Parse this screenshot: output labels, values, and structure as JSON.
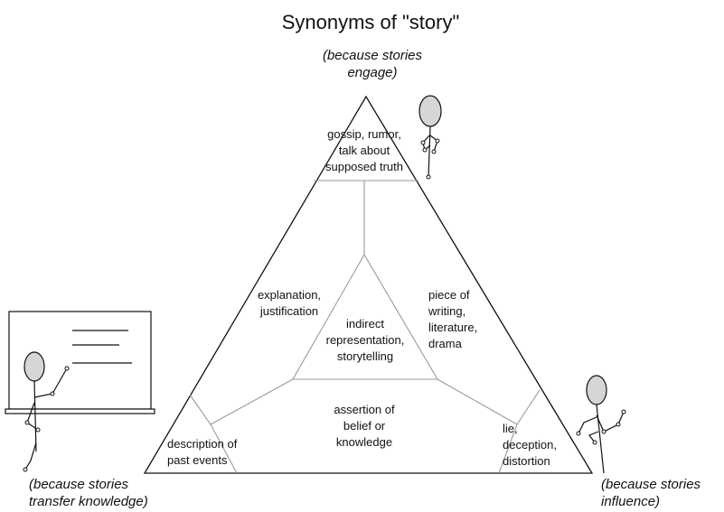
{
  "title": "Synonyms of \"story\"",
  "corners": {
    "top": [
      "(because stories",
      "engage)"
    ],
    "left": [
      "(because stories",
      "transfer knowledge)"
    ],
    "right": [
      "(because stories",
      "influence)"
    ]
  },
  "regions": {
    "top": [
      "gossip, rumor,",
      "talk about",
      "supposed truth"
    ],
    "left_mid": [
      "explanation,",
      "justification"
    ],
    "right_mid": [
      "piece of",
      "writing,",
      "literature,",
      "drama"
    ],
    "center": [
      "indirect",
      "representation,",
      "storytelling"
    ],
    "bottom_mid": [
      "assertion of",
      "belief or",
      "knowledge"
    ],
    "bottom_left": [
      "description of",
      "past events"
    ],
    "bottom_right": [
      "lie,",
      "deception,",
      "distortion"
    ]
  },
  "colors": {
    "lines": "#111111",
    "inner_lines": "#9a9a9a",
    "head_fill": "#d6d6d6"
  }
}
